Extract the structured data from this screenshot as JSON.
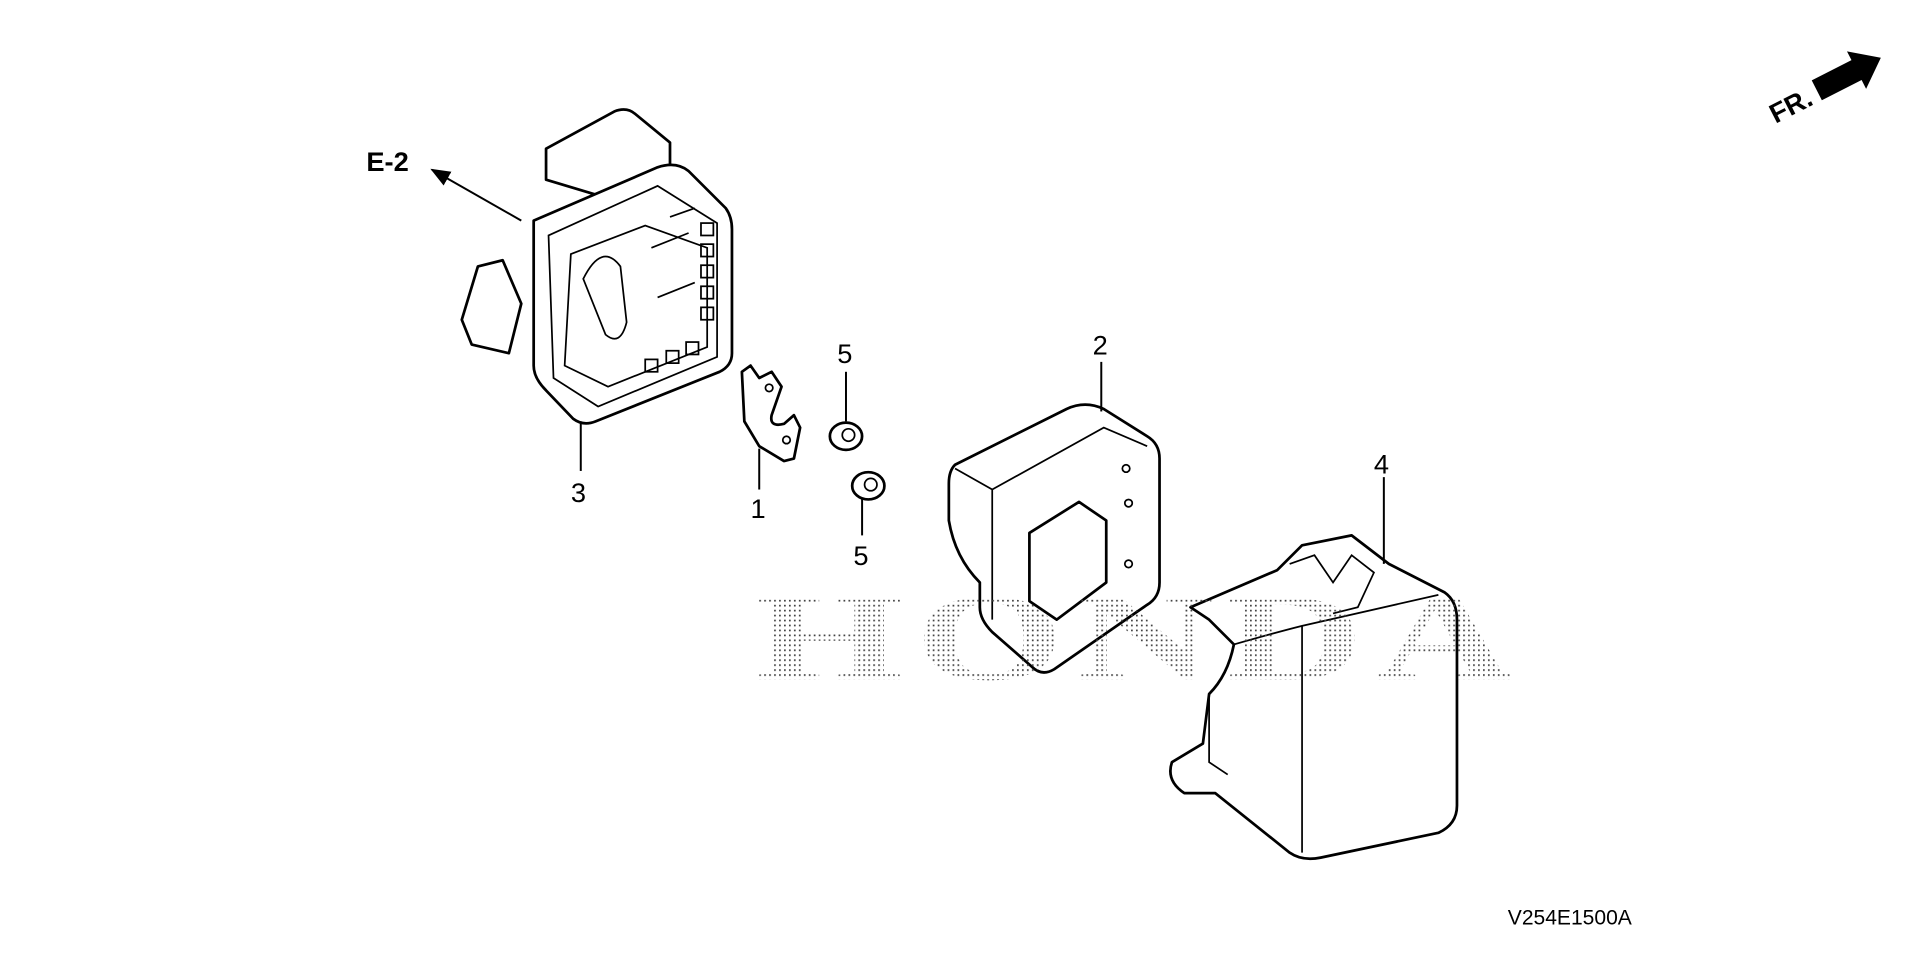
{
  "diagram": {
    "reference_code": "V254E1500A",
    "watermark": "HONDA",
    "front_indicator": "FR.",
    "external_reference": "E-2",
    "callouts": [
      {
        "id": "callout-1",
        "label": "1"
      },
      {
        "id": "callout-2",
        "label": "2"
      },
      {
        "id": "callout-3",
        "label": "3"
      },
      {
        "id": "callout-4",
        "label": "4"
      },
      {
        "id": "callout-5a",
        "label": "5"
      },
      {
        "id": "callout-5b",
        "label": "5"
      }
    ]
  }
}
